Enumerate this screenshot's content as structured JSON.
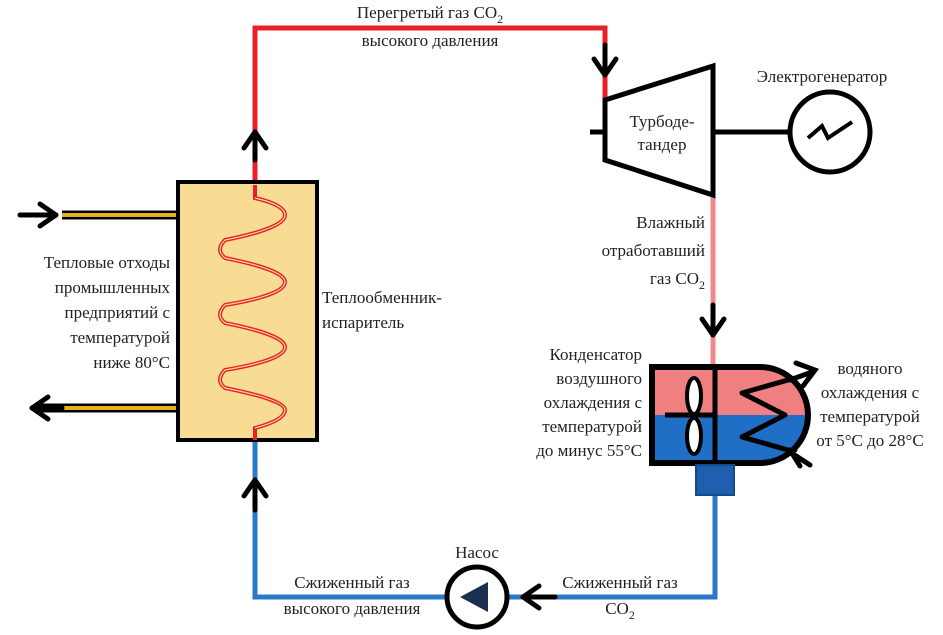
{
  "labels": {
    "top_pipe_line1": "Перегретый газ CO",
    "top_pipe_line1_sub": "2",
    "top_pipe_line2": "высокого давления",
    "turbine_line1": "Турбоде-",
    "turbine_line2": "тандер",
    "generator": "Электрогенератор",
    "wet_gas_line1": "Влажный",
    "wet_gas_line2": "отработавший",
    "wet_gas_line3": "газ CO",
    "wet_gas_line3_sub": "2",
    "waste_heat": [
      "Тепловые отходы",
      "промышленных",
      "предприятий с",
      "температурой",
      "ниже 80°C"
    ],
    "heat_exchanger": [
      "Теплообменник-",
      "испаритель"
    ],
    "air_condenser": [
      "Конденсатор",
      "воздушного",
      "охлаждения с",
      "температурой",
      "до минус 55°C"
    ],
    "water_condenser": [
      "водяного",
      "охлаждения с",
      "температурой",
      "от 5°C до 28°C"
    ],
    "pump": "Насос",
    "liquid_gas_left_line1": "Сжиженный газ",
    "liquid_gas_left_line2": "высокого давления",
    "liquid_gas_right_line1": "Сжиженный газ",
    "liquid_gas_right_line2": "CO",
    "liquid_gas_right_line2_sub": "2"
  },
  "colors": {
    "hot_pipe": "#e8202a",
    "wet_pipe": "#f08a8a",
    "cold_pipe": "#2a78c8",
    "waste_pipe": "#e8b020",
    "exchanger_fill": "#f8dc94",
    "condenser_top": "#f08080",
    "condenser_bottom": "#1f6fc6"
  }
}
